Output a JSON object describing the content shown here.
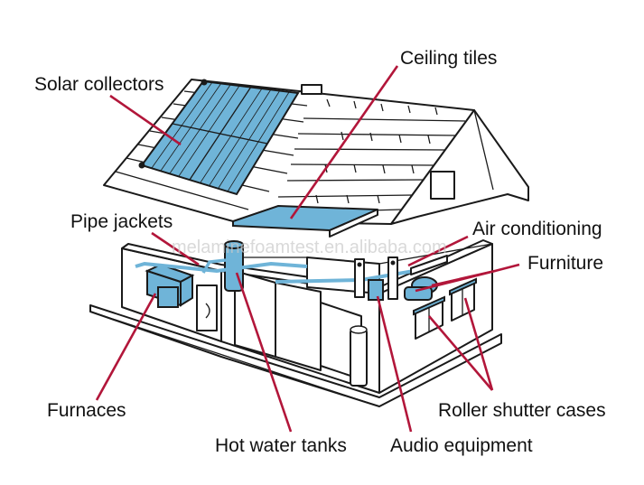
{
  "diagram": {
    "labels": {
      "solar_collectors": "Solar collectors",
      "ceiling_tiles": "Ceiling tiles",
      "pipe_jackets": "Pipe jackets",
      "air_conditioning": "Air conditioning",
      "furniture": "Furniture",
      "furnaces": "Furnaces",
      "roller_shutter_cases": "Roller shutter cases",
      "hot_water_tanks": "Hot water tanks",
      "audio_equipment": "Audio equipment"
    },
    "watermark": "melaminefoamtest.en.alibaba.com",
    "colors": {
      "leader": "#b2163a",
      "insulation_blue": "#6fb4d8",
      "outline": "#1a1a1a"
    }
  }
}
